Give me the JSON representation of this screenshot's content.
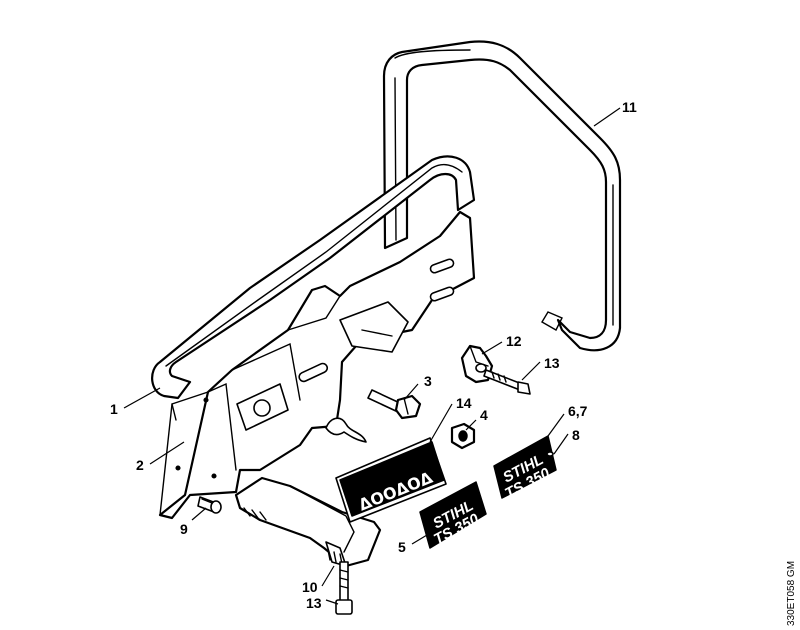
{
  "diagram": {
    "reference_code": "330ET058 GM",
    "callouts": [
      {
        "id": "c1",
        "label": "1"
      },
      {
        "id": "c2",
        "label": "2"
      },
      {
        "id": "c3",
        "label": "3"
      },
      {
        "id": "c4",
        "label": "4"
      },
      {
        "id": "c5",
        "label": "5"
      },
      {
        "id": "c67",
        "label": "6,7"
      },
      {
        "id": "c8",
        "label": "8"
      },
      {
        "id": "c9",
        "label": "9"
      },
      {
        "id": "c10",
        "label": "10"
      },
      {
        "id": "c11",
        "label": "11"
      },
      {
        "id": "c12",
        "label": "12"
      },
      {
        "id": "c13a",
        "label": "13"
      },
      {
        "id": "c13b",
        "label": "13"
      },
      {
        "id": "c14",
        "label": "14"
      }
    ],
    "decal_5": {
      "line1": "STIHL",
      "line2": "TS 350"
    },
    "decal_67": {
      "line1": "STIHL",
      "line2": "TS 350"
    },
    "decal_14": {
      "symbols": "ΔOOΔOΔ"
    }
  }
}
